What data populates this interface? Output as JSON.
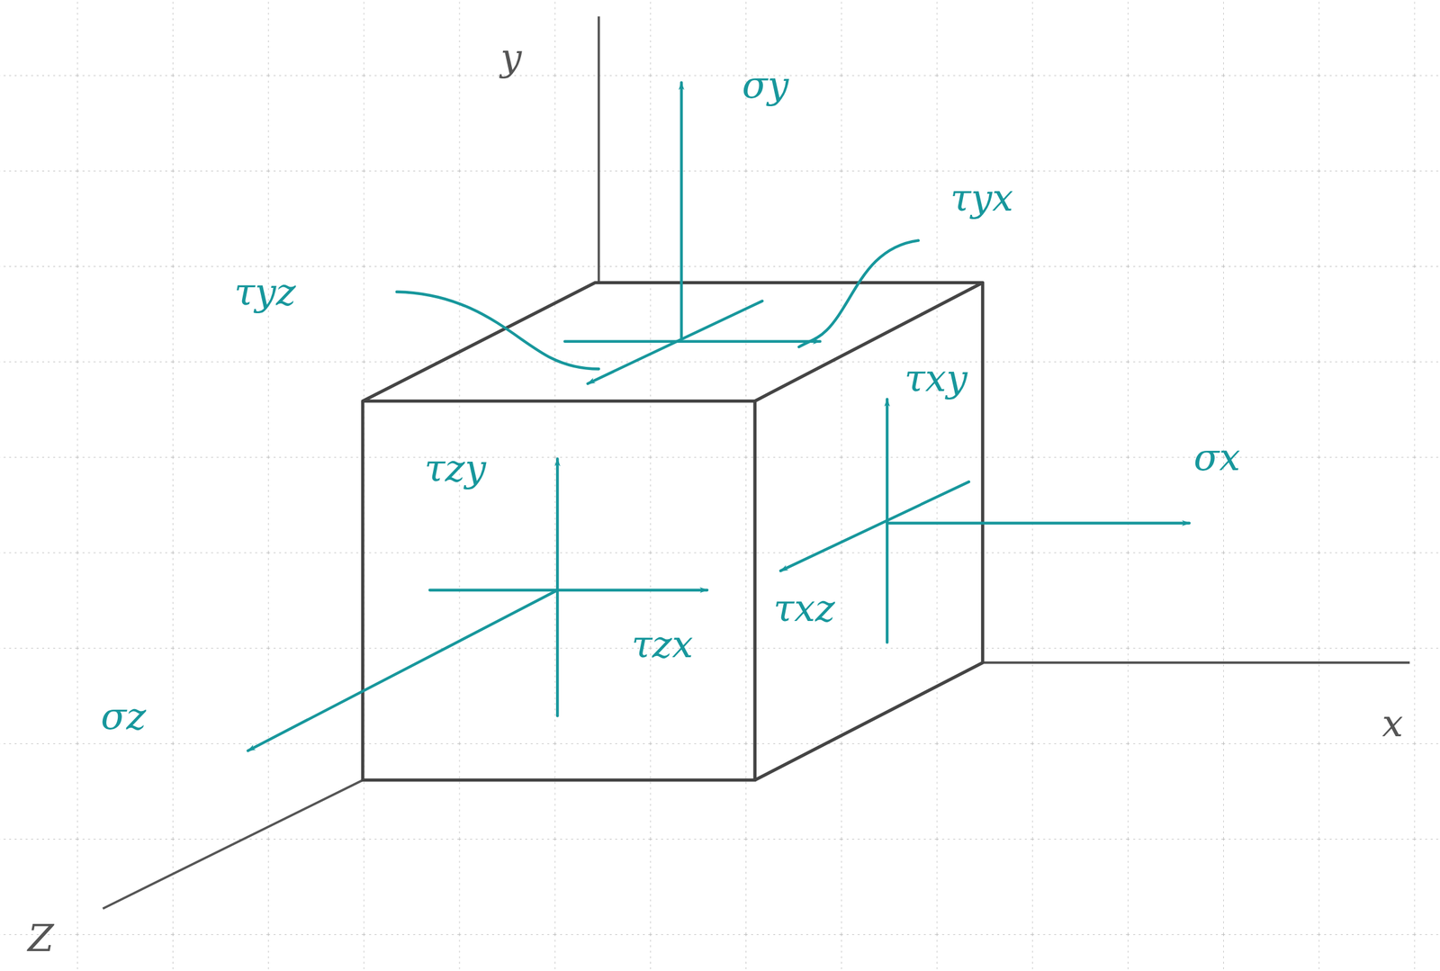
{
  "diagram": {
    "labels": [
      "y",
      "σy",
      "τyx",
      "τyz",
      "τxy",
      "σx",
      "τzy",
      "τxz",
      "τzx",
      "σz",
      "x",
      "Z"
    ]
  }
}
